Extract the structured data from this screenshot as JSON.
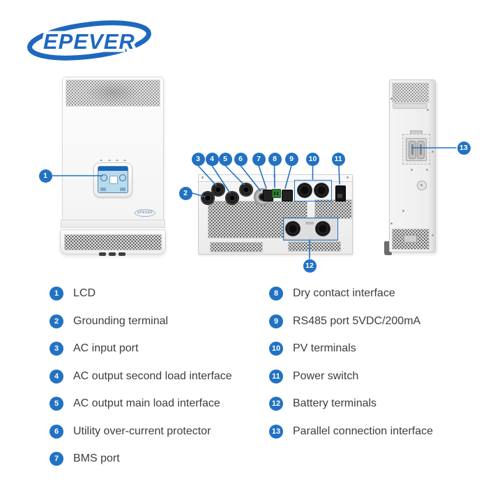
{
  "brand": {
    "name": "EPEVER",
    "color": "#1e68bf"
  },
  "colors": {
    "accent": "#2272c3",
    "legend_text": "#3d3d3d"
  },
  "items": [
    {
      "num": "1",
      "label": "LCD"
    },
    {
      "num": "2",
      "label": "Grounding terminal"
    },
    {
      "num": "3",
      "label": "AC input port"
    },
    {
      "num": "4",
      "label": "AC output second load interface"
    },
    {
      "num": "5",
      "label": "AC output main load interface"
    },
    {
      "num": "6",
      "label": "Utility over-current protector"
    },
    {
      "num": "7",
      "label": "BMS port"
    },
    {
      "num": "8",
      "label": "Dry contact interface"
    },
    {
      "num": "9",
      "label": "RS485 port 5VDC/200mA"
    },
    {
      "num": "10",
      "label": "PV terminals"
    },
    {
      "num": "11",
      "label": "Power switch"
    },
    {
      "num": "12",
      "label": "Battery terminals"
    },
    {
      "num": "13",
      "label": "Parallel connection interface"
    }
  ]
}
